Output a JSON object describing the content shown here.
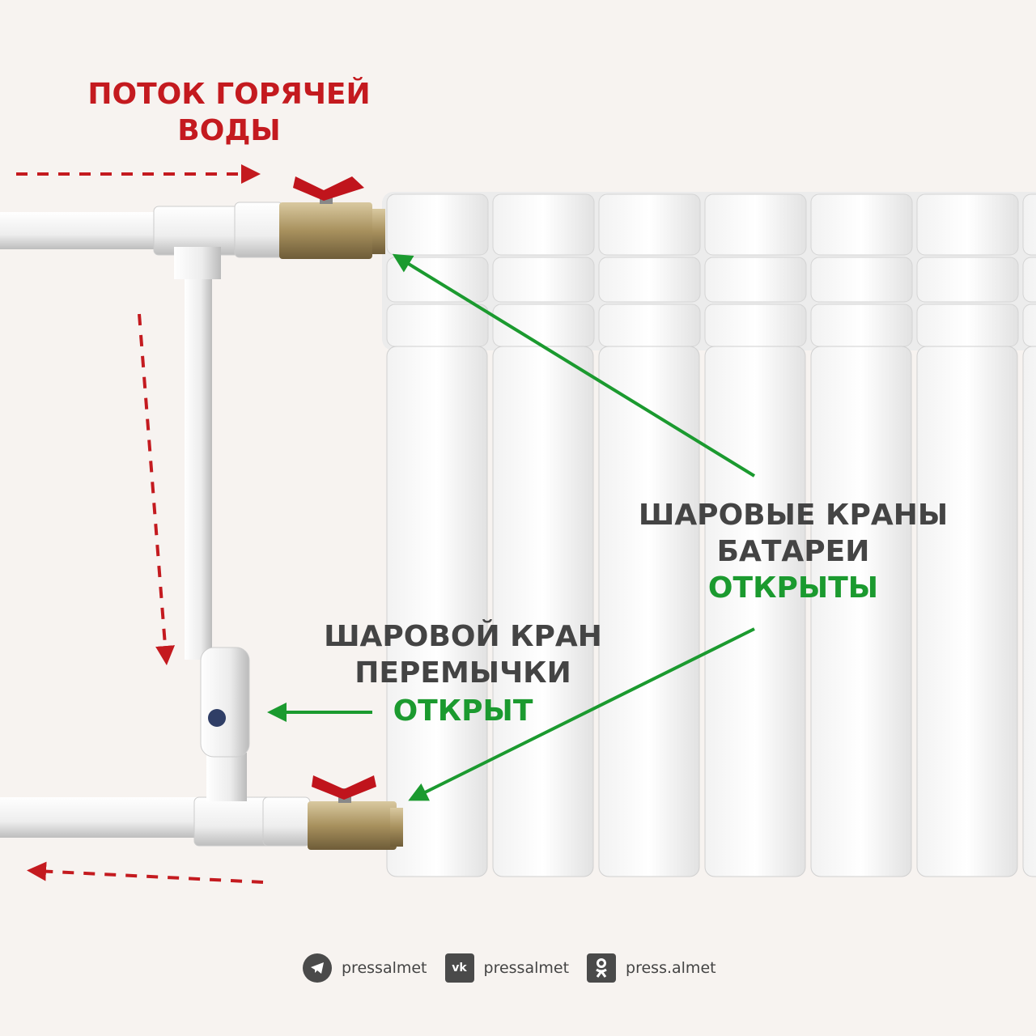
{
  "title": {
    "line1": "ПОТОК ГОРЯЧЕЙ",
    "line2": "ВОДЫ"
  },
  "callout_battery": {
    "line1": "ШАРОВЫЕ КРАНЫ",
    "line2": "БАТАРЕИ",
    "status": "ОТКРЫТЫ"
  },
  "callout_bypass": {
    "line1": "ШАРОВОЙ КРАН",
    "line2": "ПЕРЕМЫЧКИ",
    "status": "ОТКРЫТ"
  },
  "colors": {
    "flow": "#c41a1f",
    "label": "#444444",
    "status": "#1b9a2f",
    "background": "#f7f3f0"
  },
  "footer": [
    {
      "icon": "telegram-icon",
      "handle": "pressalmet"
    },
    {
      "icon": "vk-icon",
      "handle": "pressalmet"
    },
    {
      "icon": "odnoklassniki-icon",
      "handle": "press.almet"
    }
  ]
}
